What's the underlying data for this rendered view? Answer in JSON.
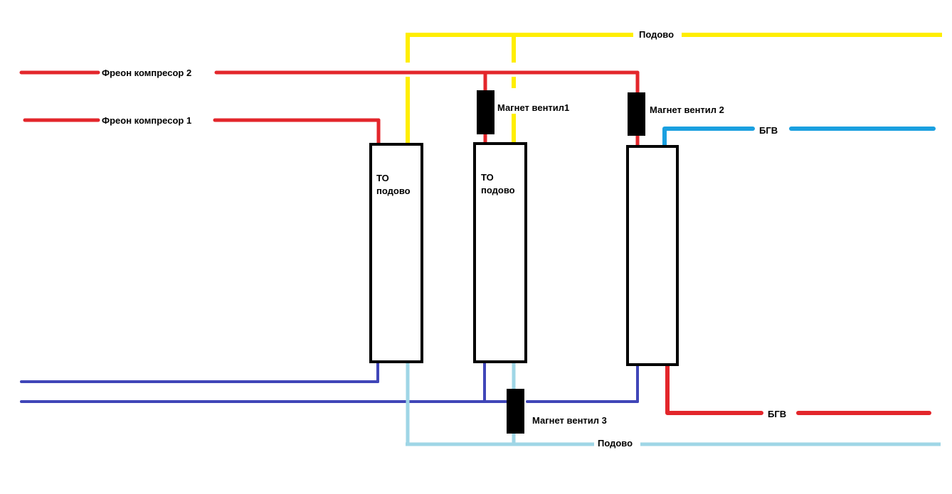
{
  "colors": {
    "hot_water": "#ffee00",
    "freon": "#e3262b",
    "return": "#4046b8",
    "cold_water": "#9fd6e6",
    "bgv_supply": "#1aa0e0",
    "bgv_return": "#e3262b",
    "outline": "#000000"
  },
  "labels": {
    "podovo_top": "Подово",
    "podovo_bottom": "Подово",
    "freon_2": "Фреон компресор 2",
    "freon_1": "Фреон компресор 1",
    "valve_1": "Магнет вентил1",
    "valve_2": "Магнет вентил 2",
    "valve_3": "Магнет вентил 3",
    "bgv_top": "БГВ",
    "bgv_bottom": "БГВ",
    "he1_line1": "ТО",
    "he1_line2": "подово",
    "he2_line1": "ТО",
    "he2_line2": "подово"
  }
}
